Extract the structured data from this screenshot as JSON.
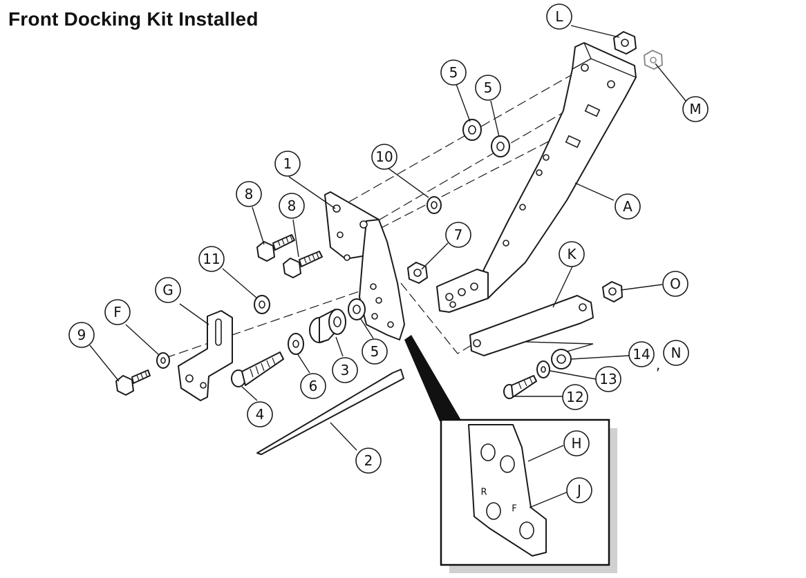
{
  "title": "Front Docking Kit Installed",
  "callouts": {
    "L": "L",
    "M": "M",
    "five_a": "5",
    "five_b": "5",
    "five_c": "5",
    "ten": "10",
    "one": "1",
    "eight_a": "8",
    "eight_b": "8",
    "seven": "7",
    "A": "A",
    "K": "K",
    "O": "O",
    "eleven": "11",
    "G": "G",
    "F": "F",
    "nine": "9",
    "three": "3",
    "six": "6",
    "four": "4",
    "two": "2",
    "fourteen": "14",
    "N": "N",
    "thirteen": "13",
    "twelve": "12",
    "H": "H",
    "J": "J"
  },
  "comma": ",",
  "detail_marks": {
    "R": "R",
    "F": "F"
  }
}
